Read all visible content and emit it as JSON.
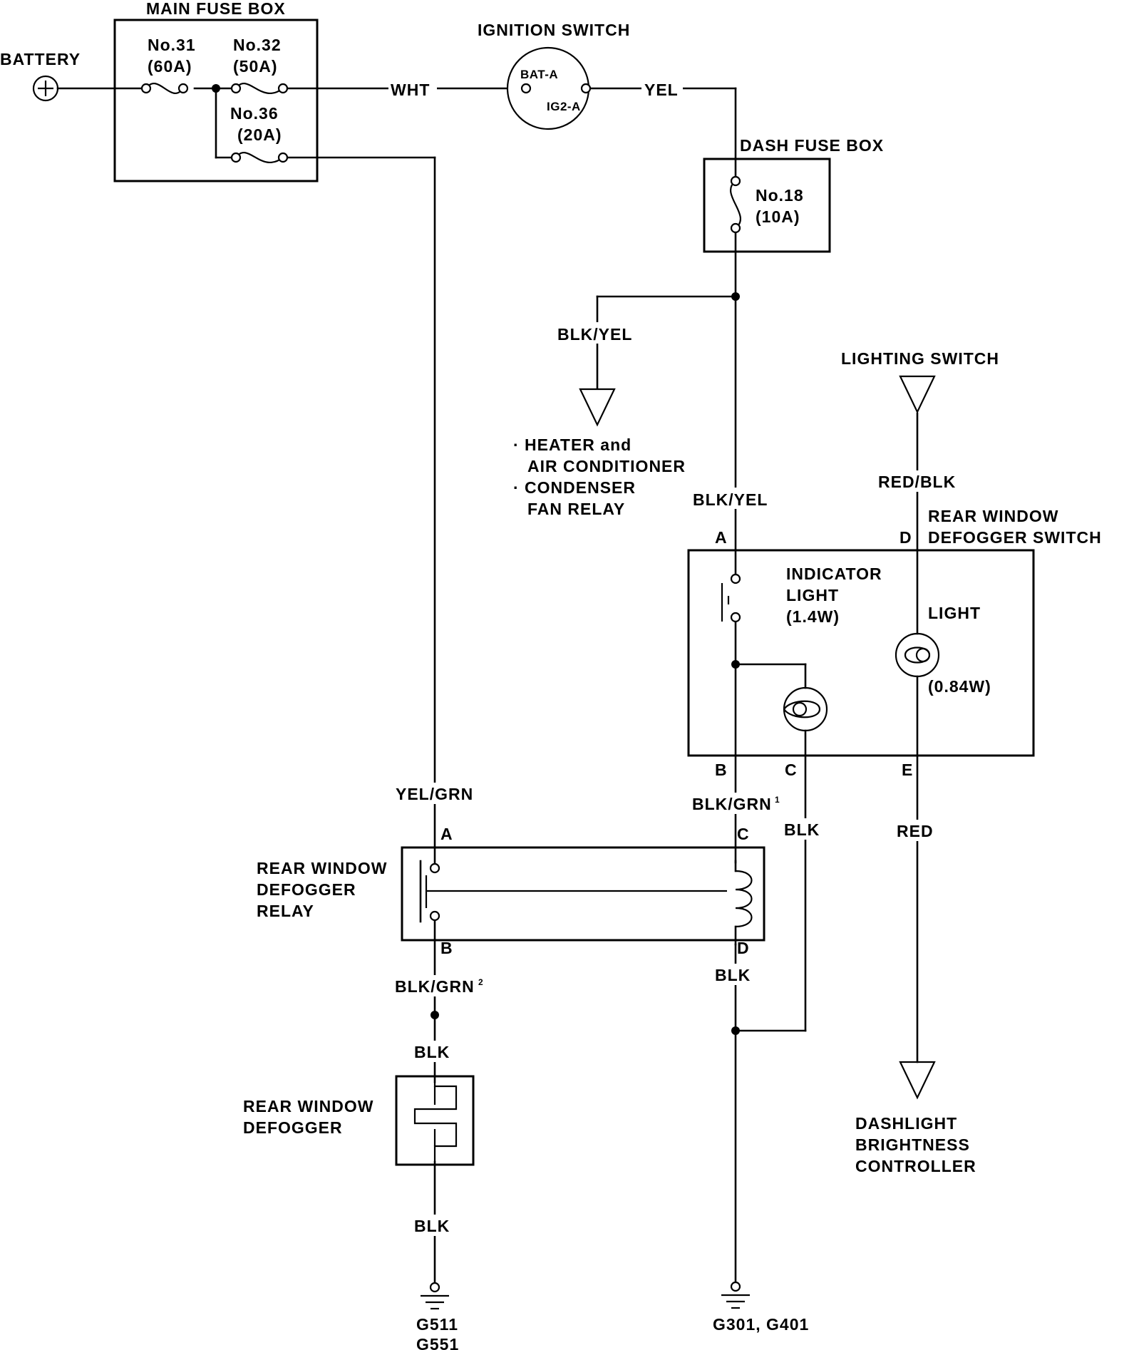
{
  "battery": {
    "label": "BATTERY"
  },
  "main_fuse_box": {
    "title": "MAIN FUSE BOX",
    "fuse31": {
      "name": "No.31",
      "rating": "(60A)"
    },
    "fuse32": {
      "name": "No.32",
      "rating": "(50A)"
    },
    "fuse36": {
      "name": "No.36",
      "rating": "(20A)"
    }
  },
  "ignition_switch": {
    "title": "IGNITION SWITCH",
    "bat": "BAT-A",
    "ig2": "IG2-A"
  },
  "dash_fuse_box": {
    "title": "DASH FUSE BOX",
    "fuse_name": "No.18",
    "fuse_rating": "(10A)"
  },
  "wires": {
    "wht": "WHT",
    "yel": "YEL",
    "blk_yel_branch": "BLK/YEL",
    "blk_yel_switch": "BLK/YEL",
    "yel_grn": "YEL/GRN",
    "blk_grn_1": "BLK/GRN",
    "blk_grn_1_sup": "1",
    "blk_switch_c": "BLK",
    "red_blk": "RED/BLK",
    "red": "RED",
    "blk_grn_2": "BLK/GRN",
    "blk_grn_2_sup": "2",
    "blk_defogger_top": "BLK",
    "blk_relay_d": "BLK",
    "blk_defogger_bottom": "BLK"
  },
  "heater_target": {
    "line1": "· HEATER and",
    "line2": "AIR CONDITIONER",
    "line3": "· CONDENSER",
    "line4": "FAN RELAY"
  },
  "lighting_switch": {
    "label": "LIGHTING SWITCH"
  },
  "defogger_switch": {
    "title_line1": "REAR WINDOW",
    "title_line2": "DEFOGGER SWITCH",
    "indicator_line1": "INDICATOR",
    "indicator_line2": "LIGHT",
    "indicator_line3": "(1.4W)",
    "light_label": "LIGHT",
    "light_rating": "(0.84W)",
    "pin_a": "A",
    "pin_b": "B",
    "pin_c": "C",
    "pin_d": "D",
    "pin_e": "E"
  },
  "relay": {
    "label_line1": "REAR WINDOW",
    "label_line2": "DEFOGGER",
    "label_line3": "RELAY",
    "pin_a": "A",
    "pin_b": "B",
    "pin_c": "C",
    "pin_d": "D"
  },
  "defogger": {
    "label_line1": "REAR WINDOW",
    "label_line2": "DEFOGGER"
  },
  "dashlight": {
    "line1": "DASHLIGHT",
    "line2": "BRIGHTNESS",
    "line3": "CONTROLLER"
  },
  "grounds": {
    "left_line1": "G511",
    "left_line2": "G551",
    "right": "G301, G401"
  }
}
